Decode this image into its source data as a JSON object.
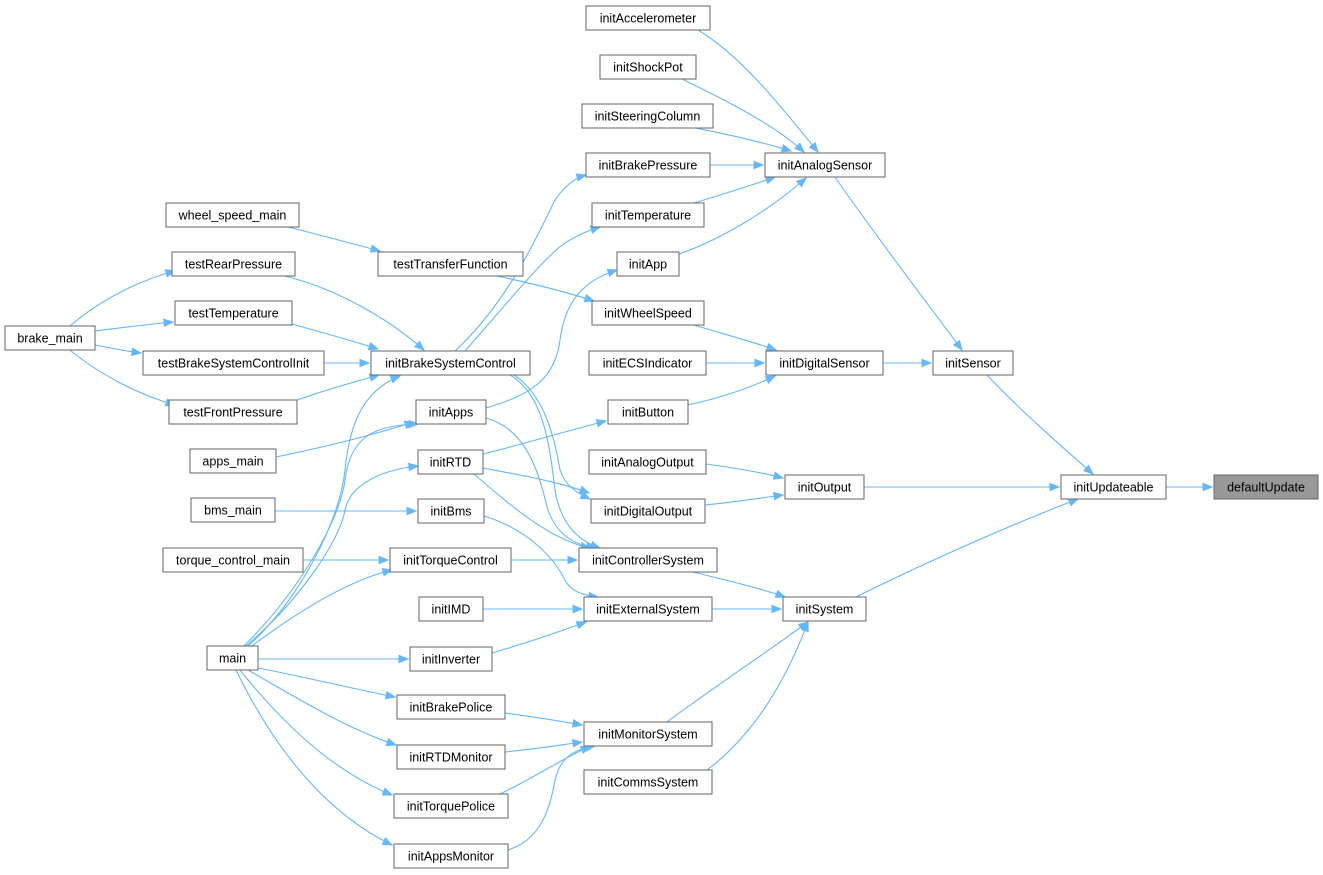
{
  "diagram": {
    "type": "call-graph",
    "colors": {
      "edge": "#63b8ff",
      "node_border": "#666666",
      "node_fill": "#ffffff",
      "highlight_fill": "#999999",
      "text": "#000000"
    },
    "nodes": [
      {
        "id": "defaultUpdate",
        "label": "defaultUpdate",
        "highlight": true
      },
      {
        "id": "initUpdateable",
        "label": "initUpdateable"
      },
      {
        "id": "initSensor",
        "label": "initSensor"
      },
      {
        "id": "initOutput",
        "label": "initOutput"
      },
      {
        "id": "initSystem",
        "label": "initSystem"
      },
      {
        "id": "initAnalogSensor",
        "label": "initAnalogSensor"
      },
      {
        "id": "initDigitalSensor",
        "label": "initDigitalSensor"
      },
      {
        "id": "initAnalogOutput",
        "label": "initAnalogOutput"
      },
      {
        "id": "initDigitalOutput",
        "label": "initDigitalOutput"
      },
      {
        "id": "initControllerSystem",
        "label": "initControllerSystem"
      },
      {
        "id": "initExternalSystem",
        "label": "initExternalSystem"
      },
      {
        "id": "initMonitorSystem",
        "label": "initMonitorSystem"
      },
      {
        "id": "initCommsSystem",
        "label": "initCommsSystem"
      },
      {
        "id": "initAccelerometer",
        "label": "initAccelerometer"
      },
      {
        "id": "initShockPot",
        "label": "initShockPot"
      },
      {
        "id": "initSteeringColumn",
        "label": "initSteeringColumn"
      },
      {
        "id": "initBrakePressure",
        "label": "initBrakePressure"
      },
      {
        "id": "initTemperature",
        "label": "initTemperature"
      },
      {
        "id": "initApp",
        "label": "initApp"
      },
      {
        "id": "initWheelSpeed",
        "label": "initWheelSpeed"
      },
      {
        "id": "initECSIndicator",
        "label": "initECSIndicator"
      },
      {
        "id": "initButton",
        "label": "initButton"
      },
      {
        "id": "initBrakeSystemControl",
        "label": "initBrakeSystemControl"
      },
      {
        "id": "initApps",
        "label": "initApps"
      },
      {
        "id": "initRTD",
        "label": "initRTD"
      },
      {
        "id": "initBms",
        "label": "initBms"
      },
      {
        "id": "initTorqueControl",
        "label": "initTorqueControl"
      },
      {
        "id": "initIMD",
        "label": "initIMD"
      },
      {
        "id": "initInverter",
        "label": "initInverter"
      },
      {
        "id": "initBrakePolice",
        "label": "initBrakePolice"
      },
      {
        "id": "initRTDMonitor",
        "label": "initRTDMonitor"
      },
      {
        "id": "initTorquePolice",
        "label": "initTorquePolice"
      },
      {
        "id": "initAppsMonitor",
        "label": "initAppsMonitor"
      },
      {
        "id": "testTransferFunction",
        "label": "testTransferFunction"
      },
      {
        "id": "wheel_speed_main",
        "label": "wheel_speed_main"
      },
      {
        "id": "testRearPressure",
        "label": "testRearPressure"
      },
      {
        "id": "testTemperature",
        "label": "testTemperature"
      },
      {
        "id": "testBrakeSystemControlInit",
        "label": "testBrakeSystemControlInit"
      },
      {
        "id": "testFrontPressure",
        "label": "testFrontPressure"
      },
      {
        "id": "brake_main",
        "label": "brake_main"
      },
      {
        "id": "apps_main",
        "label": "apps_main"
      },
      {
        "id": "bms_main",
        "label": "bms_main"
      },
      {
        "id": "torque_control_main",
        "label": "torque_control_main"
      },
      {
        "id": "main",
        "label": "main"
      }
    ],
    "edges": [
      [
        "initUpdateable",
        "defaultUpdate"
      ],
      [
        "initSensor",
        "initUpdateable"
      ],
      [
        "initOutput",
        "initUpdateable"
      ],
      [
        "initSystem",
        "initUpdateable"
      ],
      [
        "initAnalogSensor",
        "initSensor"
      ],
      [
        "initDigitalSensor",
        "initSensor"
      ],
      [
        "initAnalogOutput",
        "initOutput"
      ],
      [
        "initDigitalOutput",
        "initOutput"
      ],
      [
        "initControllerSystem",
        "initSystem"
      ],
      [
        "initExternalSystem",
        "initSystem"
      ],
      [
        "initMonitorSystem",
        "initSystem"
      ],
      [
        "initCommsSystem",
        "initSystem"
      ],
      [
        "initAccelerometer",
        "initAnalogSensor"
      ],
      [
        "initShockPot",
        "initAnalogSensor"
      ],
      [
        "initSteeringColumn",
        "initAnalogSensor"
      ],
      [
        "initBrakePressure",
        "initAnalogSensor"
      ],
      [
        "initTemperature",
        "initAnalogSensor"
      ],
      [
        "initApp",
        "initAnalogSensor"
      ],
      [
        "initWheelSpeed",
        "initDigitalSensor"
      ],
      [
        "initECSIndicator",
        "initDigitalSensor"
      ],
      [
        "initButton",
        "initDigitalSensor"
      ],
      [
        "initRTD",
        "initButton"
      ],
      [
        "initRTD",
        "initDigitalOutput"
      ],
      [
        "initRTD",
        "initControllerSystem"
      ],
      [
        "initBrakeSystemControl",
        "initBrakePressure"
      ],
      [
        "initBrakeSystemControl",
        "initTemperature"
      ],
      [
        "initBrakeSystemControl",
        "initDigitalOutput"
      ],
      [
        "initBrakeSystemControl",
        "initControllerSystem"
      ],
      [
        "initApps",
        "initApp"
      ],
      [
        "initApps",
        "initControllerSystem"
      ],
      [
        "initBms",
        "initExternalSystem"
      ],
      [
        "initTorqueControl",
        "initControllerSystem"
      ],
      [
        "initIMD",
        "initExternalSystem"
      ],
      [
        "initInverter",
        "initExternalSystem"
      ],
      [
        "initBrakePolice",
        "initMonitorSystem"
      ],
      [
        "initRTDMonitor",
        "initMonitorSystem"
      ],
      [
        "initTorquePolice",
        "initMonitorSystem"
      ],
      [
        "initAppsMonitor",
        "initMonitorSystem"
      ],
      [
        "testTransferFunction",
        "initWheelSpeed"
      ],
      [
        "wheel_speed_main",
        "testTransferFunction"
      ],
      [
        "testRearPressure",
        "initBrakeSystemControl"
      ],
      [
        "testTemperature",
        "initBrakeSystemControl"
      ],
      [
        "testBrakeSystemControlInit",
        "initBrakeSystemControl"
      ],
      [
        "testFrontPressure",
        "initBrakeSystemControl"
      ],
      [
        "brake_main",
        "testRearPressure"
      ],
      [
        "brake_main",
        "testTemperature"
      ],
      [
        "brake_main",
        "testBrakeSystemControlInit"
      ],
      [
        "brake_main",
        "testFrontPressure"
      ],
      [
        "apps_main",
        "initApps"
      ],
      [
        "bms_main",
        "initBms"
      ],
      [
        "torque_control_main",
        "initTorqueControl"
      ],
      [
        "main",
        "initBrakeSystemControl"
      ],
      [
        "main",
        "initApps"
      ],
      [
        "main",
        "initRTD"
      ],
      [
        "main",
        "initTorqueControl"
      ],
      [
        "main",
        "initInverter"
      ],
      [
        "main",
        "initBrakePolice"
      ],
      [
        "main",
        "initRTDMonitor"
      ],
      [
        "main",
        "initTorquePolice"
      ],
      [
        "main",
        "initAppsMonitor"
      ]
    ]
  }
}
